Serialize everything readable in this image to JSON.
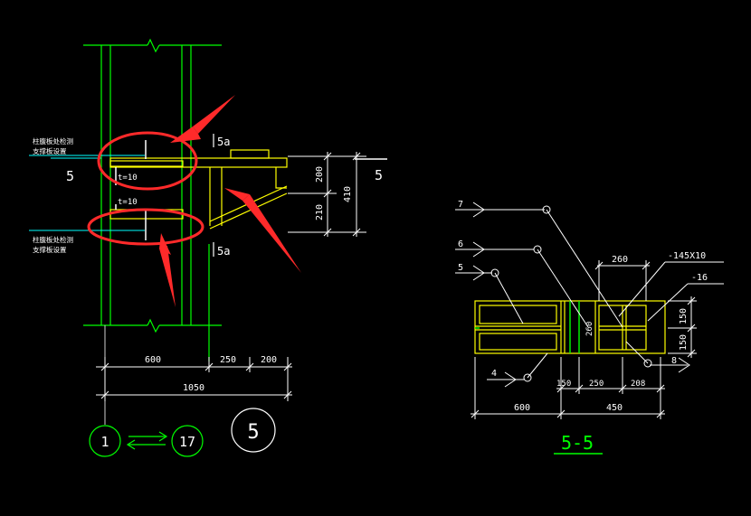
{
  "colors": {
    "background": "#000000",
    "green": "#00ff00",
    "white": "#ffffff",
    "yellow": "#ffff00",
    "cyan": "#00ffff",
    "red": "#ff2a2a",
    "gray": "#cfcfcf"
  },
  "left_view": {
    "note_upper_line1": "柱腹板处检测",
    "note_upper_line2": "支撑板设置",
    "note_lower_line1": "柱腹板处检测",
    "note_lower_line2": "支撑板设置",
    "section_mark_left": "5",
    "section_mark_right": "5",
    "plate_label_upper": "t=10",
    "plate_label_lower": "t=10",
    "weld_label_top": "5a",
    "weld_label_bottom": "5a",
    "dim_vertical_top": "200",
    "dim_vertical_bottom": "210",
    "dim_vertical_total": "410",
    "dim_h_600": "600",
    "dim_h_250": "250",
    "dim_h_200": "200",
    "dim_h_total": "1050",
    "axis_start": "1",
    "axis_end": "17",
    "detail_number": "5",
    "icons": [
      "red-arrow-icon",
      "red-ellipse-icon",
      "double-arrow-icon"
    ]
  },
  "section_view": {
    "title": "5-5",
    "callout_7": "7",
    "callout_6": "6",
    "callout_5": "5",
    "callout_4": "4",
    "callout_8": "8",
    "label_plate": "-145X10",
    "label_16": "-16",
    "dim_260": "260",
    "dim_inner_260": "260",
    "dim_150_top": "150",
    "dim_150_bottom": "150",
    "dim_150": "150",
    "dim_250": "250",
    "dim_208": "208",
    "dim_600": "600",
    "dim_450": "450"
  }
}
